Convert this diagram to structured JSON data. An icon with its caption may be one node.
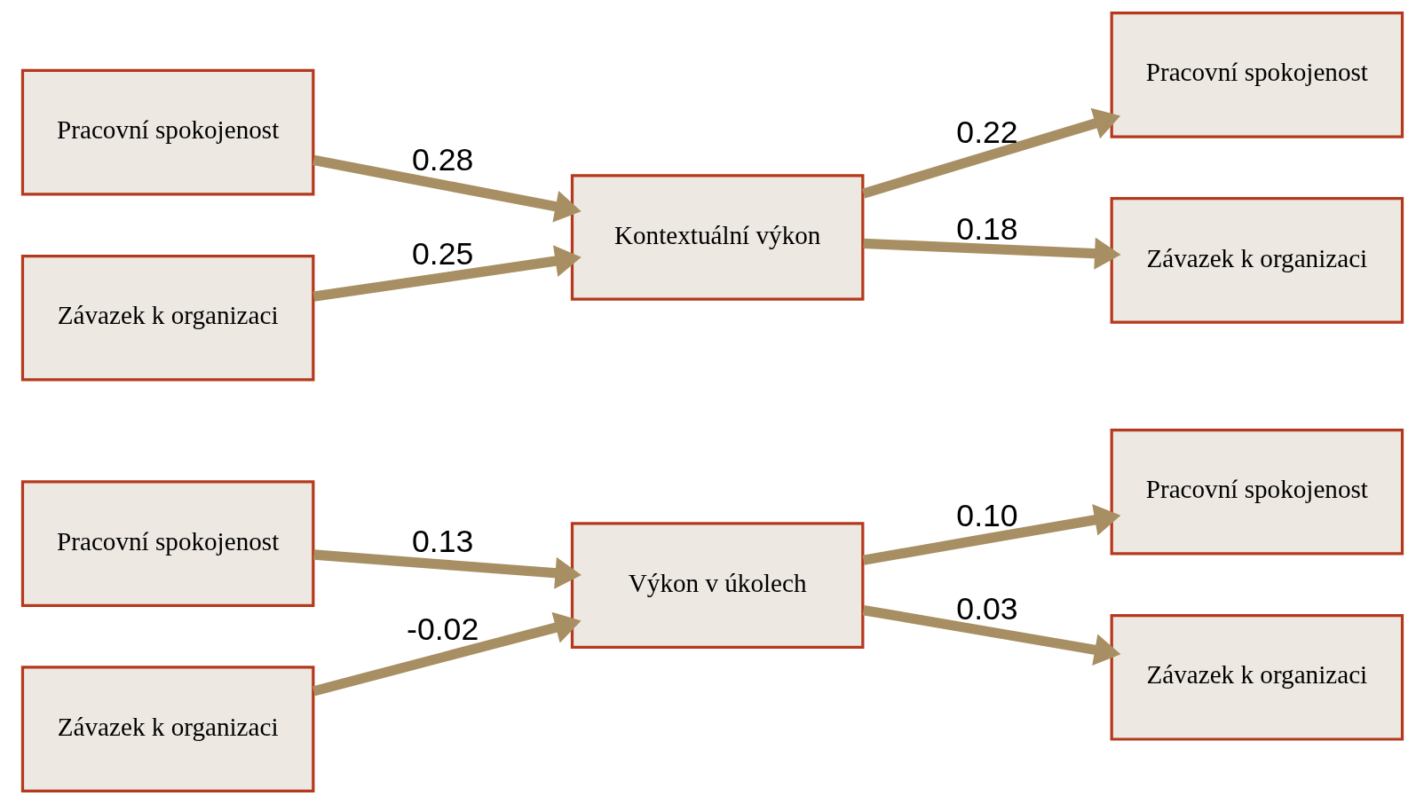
{
  "diagram": {
    "nodes": [
      {
        "text": [
          "Pracovní spokojenost"
        ]
      },
      {
        "text": [
          "Závazek k organizaci"
        ]
      },
      {
        "text": [
          "Výkon v úkolech"
        ]
      },
      {
        "text": [
          "Pracovní spokojenost"
        ]
      },
      {
        "text": [
          "Závazek k organizaci"
        ]
      },
      {
        "text": [
          "Pracovní spokojenost"
        ]
      },
      {
        "text": [
          "Závazek k organizaci"
        ]
      },
      {
        "text": [
          "Kontextuální výkon"
        ]
      },
      {
        "text": [
          "Pracovní spokojenost"
        ]
      },
      {
        "text": [
          "Závazek k organizaci"
        ]
      }
    ],
    "edges": [
      {
        "from": 0,
        "to": 2,
        "arrow": "to",
        "label": "0.13"
      },
      {
        "from": 1,
        "to": 2,
        "arrow": "to",
        "label": "-0.02"
      },
      {
        "from": 2,
        "to": 3,
        "arrow": "to",
        "label": "0.10"
      },
      {
        "from": 2,
        "to": 4,
        "arrow": "to",
        "label": "0.03"
      },
      {
        "from": 5,
        "to": 7,
        "arrow": "to",
        "label": "0.28"
      },
      {
        "from": 6,
        "to": 7,
        "arrow": "to",
        "label": "0.25"
      },
      {
        "from": 7,
        "to": 8,
        "arrow": "to",
        "label": "0.22"
      },
      {
        "from": 7,
        "to": 9,
        "arrow": "to",
        "label": "0.18"
      }
    ]
  }
}
